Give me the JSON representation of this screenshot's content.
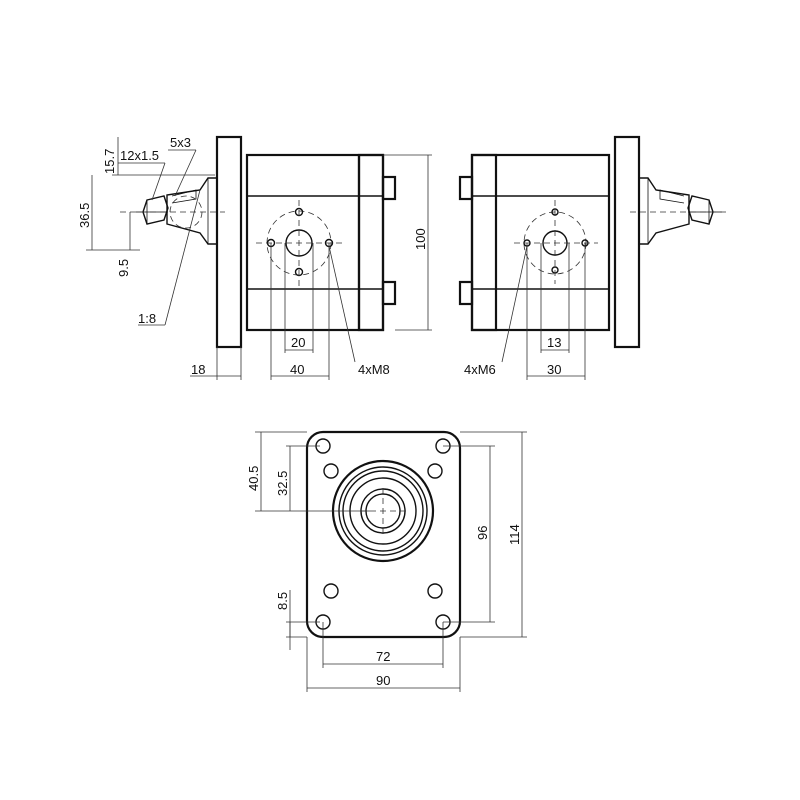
{
  "left_view": {
    "dim_15_7": "15.7",
    "dim_12x1_5": "12x1.5",
    "dim_5x3": "5x3",
    "dim_36_5": "36.5",
    "dim_9_5": "9.5",
    "dim_1_8": "1:8",
    "dim_18": "18",
    "dim_20": "20",
    "dim_40": "40",
    "dim_4xM8": "4xM8",
    "dim_100": "100"
  },
  "right_view": {
    "dim_4xM6": "4xM6",
    "dim_13": "13",
    "dim_30": "30"
  },
  "front_view": {
    "dim_40_5": "40.5",
    "dim_32_5": "32.5",
    "dim_8_5": "8.5",
    "dim_96": "96",
    "dim_114": "114",
    "dim_72": "72",
    "dim_90": "90"
  }
}
